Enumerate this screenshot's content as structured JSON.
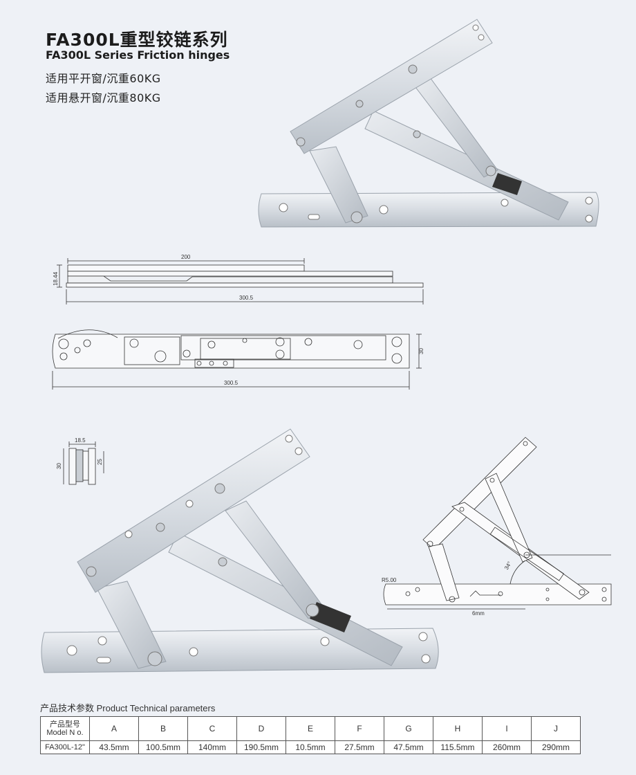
{
  "header": {
    "title_cn": "FA300L重型铰链系列",
    "title_en": "FA300L Series Friction hinges",
    "spec_lines": [
      "适用平开窗/沉重60KG",
      "适用悬开窗/沉重80KG"
    ]
  },
  "drawings": {
    "side_view": {
      "top_dim": "200",
      "height_dim": "18.44",
      "length_dim": "300.5"
    },
    "top_view": {
      "length_dim": "300.5",
      "width_dim": "30"
    },
    "section_view": {
      "width_dim": "18.5",
      "height_dim": "30",
      "inner_dim": "25"
    },
    "open_view": {
      "radius_label": "R5.00",
      "angle_label": "34°",
      "offset_label": "6mm"
    }
  },
  "table": {
    "caption": "产品技术参数 Product Technical parameters",
    "model_header_cn": "产品型号",
    "model_header_en": "Model N o.",
    "columns": [
      "A",
      "B",
      "C",
      "D",
      "E",
      "F",
      "G",
      "H",
      "I",
      "J"
    ],
    "rows": [
      {
        "model": "FA300L-12\"",
        "values": [
          "43.5mm",
          "100.5mm",
          "140mm",
          "190.5mm",
          "10.5mm",
          "27.5mm",
          "47.5mm",
          "115.5mm",
          "260mm",
          "290mm"
        ]
      }
    ]
  },
  "colors": {
    "background": "#eef1f6",
    "metal_light": "#dfe3e8",
    "metal_dark": "#a9b0b8",
    "line": "#333333"
  }
}
